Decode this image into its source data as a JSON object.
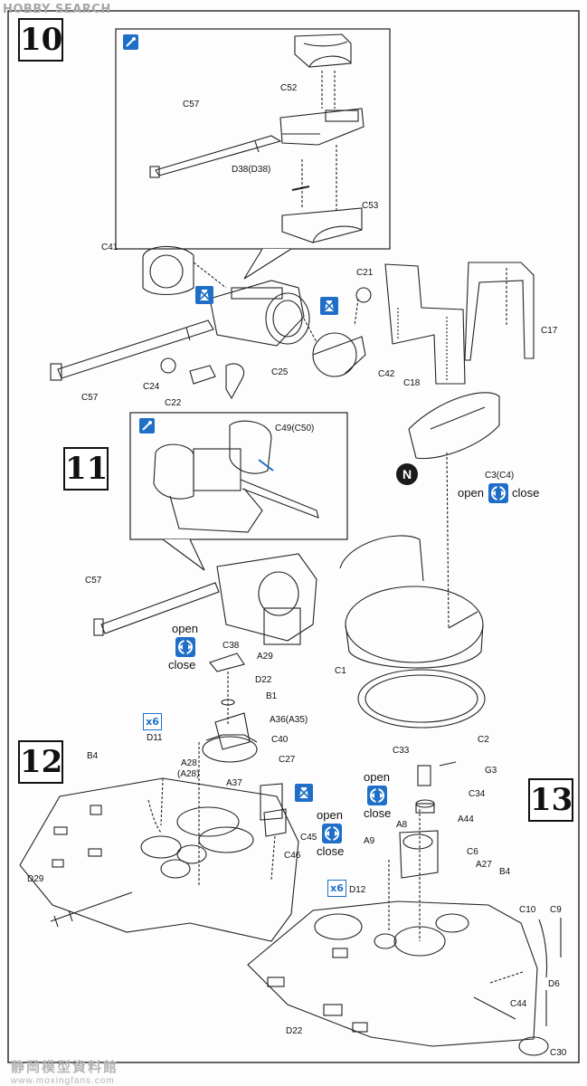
{
  "watermark": {
    "top": "HOBBY SEARCH",
    "bottom_cn": "静岡模型資料館",
    "bottom_url": "www.moxingfans.com"
  },
  "steps": {
    "s10": "10",
    "s11": "11",
    "s12": "12",
    "s13": "13"
  },
  "labels": {
    "C52": "C52",
    "C57_inset": "C57",
    "D38": "D38(D38)",
    "C53": "C53",
    "C41": "C41",
    "C21": "C21",
    "C17": "C17",
    "C42": "C42",
    "C18": "C18",
    "C57_main": "C57",
    "C24": "C24",
    "C22": "C22",
    "C25": "C25",
    "C49": "C49(C50)",
    "C3": "C3(C4)",
    "C57_s11": "C57",
    "C38": "C38",
    "A29": "A29",
    "D22_s11": "D22",
    "B1": "B1",
    "A36": "A36(A35)",
    "C1": "C1",
    "C2": "C2",
    "D11": "D11",
    "C40": "C40",
    "A28": "A28",
    "A28b": "(A28)",
    "A37": "A37",
    "C27": "C27",
    "C45": "C45",
    "C46": "C46",
    "B4_s12": "B4",
    "D29": "D29",
    "C33": "C33",
    "G3": "G3",
    "C34": "C34",
    "A8": "A8",
    "A44": "A44",
    "A9": "A9",
    "C6": "C6",
    "A27": "A27",
    "B4_s13": "B4",
    "D12": "D12",
    "C10": "C10",
    "C9": "C9",
    "D6": "D6",
    "C44": "C44",
    "D22_s13": "D22",
    "C30": "C30"
  },
  "open_close": {
    "c3": {
      "open": "open",
      "close": "close"
    },
    "c38": {
      "open": "open",
      "close": "close"
    },
    "c45": {
      "open": "open",
      "close": "close"
    },
    "c34": {
      "open": "open",
      "close": "close"
    }
  },
  "badges": {
    "n": "N",
    "x6_d11": "x6",
    "x6_d12": "x6"
  },
  "colors": {
    "accent_blue": "#1f6fc8",
    "line": "#222222"
  }
}
